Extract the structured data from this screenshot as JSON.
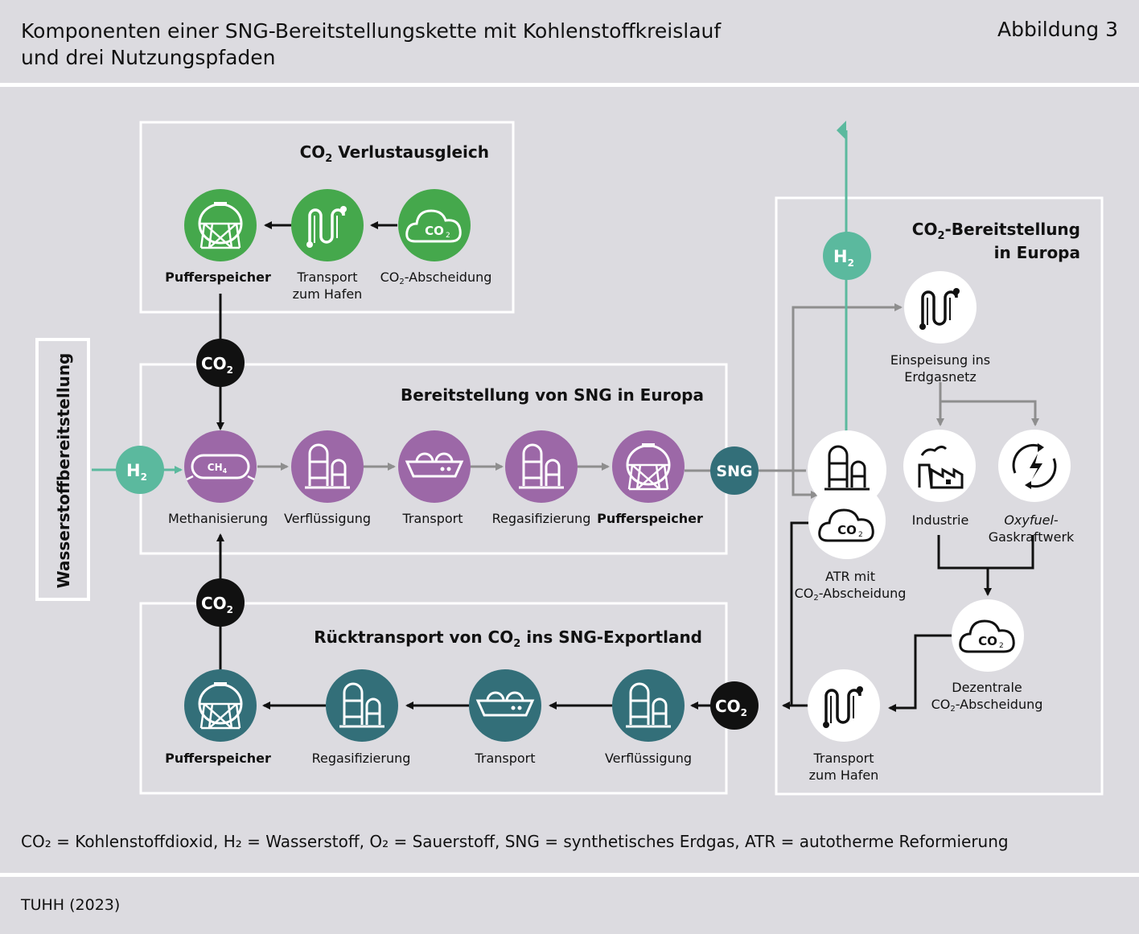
{
  "header": {
    "title_line1": "Komponenten einer SNG-Bereitstellungskette mit Kohlenstoffkreislauf",
    "title_line2": "und drei Nutzungspfaden",
    "figure_number": "Abbildung 3"
  },
  "colors": {
    "green": "#45a84c",
    "purple": "#9c68a7",
    "teal": "#336f79",
    "mint": "#5bb99e",
    "black": "#111111",
    "background": "#dcdbe0"
  },
  "boxes": {
    "co2_loss": {
      "title_prefix": "CO",
      "title_sub": "2",
      "title_suffix": " Verlustausgleich"
    },
    "sng_europe": {
      "title": "Bereitstellung von SNG in Europa"
    },
    "co2_return": {
      "title_prefix": "Rücktransport von CO",
      "title_sub": "2",
      "title_suffix": " ins SNG-Exportland"
    },
    "co2_supply": {
      "title_line1_prefix": "CO",
      "title_line1_sub": "2",
      "title_line1_suffix": "-Bereitstellung",
      "title_line2": "in Europa"
    },
    "hydrogen": {
      "title": "Wasserstoffbereitstellung"
    }
  },
  "nodes": {
    "co2": "CO",
    "co2_sub": "2",
    "h2": "H",
    "h2_sub": "2",
    "sng": "SNG",
    "ch4": "CH",
    "ch4_sub": "4"
  },
  "top_row": {
    "pufferspeicher": "Pufferspeicher",
    "transport_l1": "Transport",
    "transport_l2": "zum Hafen",
    "abscheidung_prefix": "CO",
    "abscheidung_sub": "2",
    "abscheidung_suffix": "-Abscheidung"
  },
  "middle_row": {
    "methanisierung": "Methanisierung",
    "verfluessigung": "Verflüssigung",
    "transport": "Transport",
    "regasifizierung": "Regasifizierung",
    "pufferspeicher": "Pufferspeicher"
  },
  "bottom_row": {
    "pufferspeicher": "Pufferspeicher",
    "regasifizierung": "Regasifizierung",
    "transport": "Transport",
    "verfluessigung": "Verflüssigung"
  },
  "right_column": {
    "einspeisung_l1": "Einspeisung ins",
    "einspeisung_l2": "Erdgasnetz",
    "industrie": "Industrie",
    "oxyfuel_l1": "Oxyfuel-",
    "oxyfuel_l2": "Gaskraftwerk",
    "atr_l1": "ATR mit",
    "atr_l2_prefix": "CO",
    "atr_l2_sub": "2",
    "atr_l2_suffix": "-Abscheidung",
    "dezentral_l1": "Dezentrale",
    "dezentral_l2_prefix": "CO",
    "dezentral_l2_sub": "2",
    "dezentral_l2_suffix": "-Abscheidung",
    "transport_l1": "Transport",
    "transport_l2": "zum Hafen"
  },
  "footnote": "CO₂ = Kohlenstoffdioxid, H₂ = Wasserstoff, O₂ = Sauerstoff, SNG = synthetisches Erdgas, ATR = autotherme Reformierung",
  "source": "TUHH (2023)"
}
